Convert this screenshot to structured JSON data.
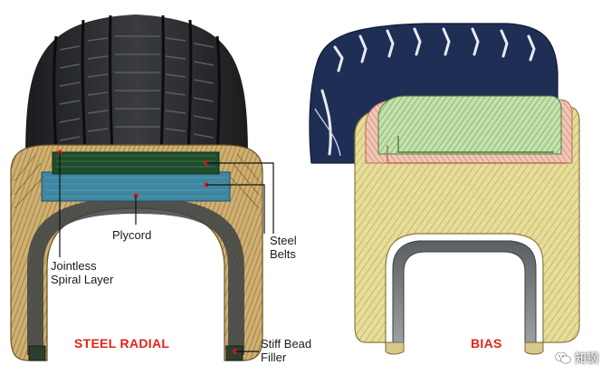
{
  "colors": {
    "tread": "#2b2d30",
    "tread_groove": "#0e0f10",
    "ply_tan": "#c9a96a",
    "ply_line": "#9c7a3c",
    "steel_green": "#1f4d2c",
    "steel_blue": "#3f86a1",
    "bias_navy": "#1f2e55",
    "bias_yellow": "#e7dd9b",
    "bias_pink": "#e9b9a8",
    "bias_green": "#b8dca2",
    "title_red": "#e2231a",
    "marker_red": "#d41e1e"
  },
  "radial": {
    "title": "STEEL RADIAL",
    "labels": {
      "plycord": "Plycord",
      "steel_belts": [
        "Steel",
        "Belts"
      ],
      "jointless": [
        "Jointless",
        "Spiral Layer"
      ],
      "bead": [
        "Stiff Bead",
        "Filler"
      ]
    }
  },
  "bias": {
    "title": "BIAS"
  },
  "watermark": {
    "text": "知钢",
    "icon": "wechat-icon"
  }
}
